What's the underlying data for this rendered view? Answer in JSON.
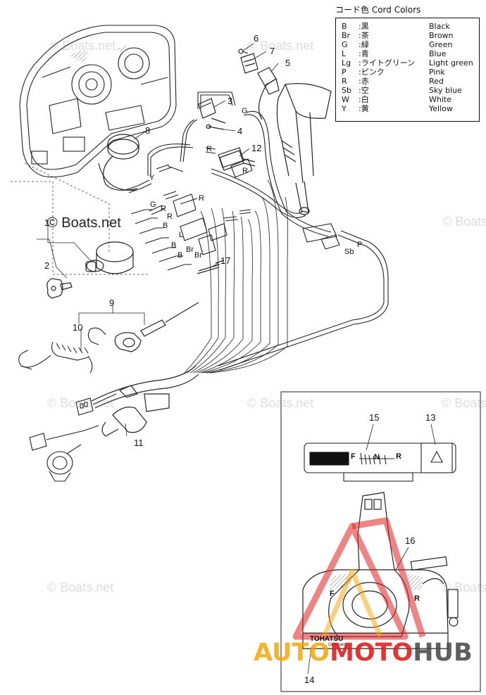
{
  "legend": {
    "title": "コード色 Cord Colors",
    "rows": [
      {
        "code": "B",
        "jp": ":黒",
        "en": "Black"
      },
      {
        "code": "Br",
        "jp": ":茶",
        "en": "Brown"
      },
      {
        "code": "G",
        "jp": ":緑",
        "en": "Green"
      },
      {
        "code": "L",
        "jp": ":青",
        "en": "Blue"
      },
      {
        "code": "Lg",
        "jp": ":ライトグリーン",
        "en": "Light green"
      },
      {
        "code": "P",
        "jp": ":ピンク",
        "en": "Pink"
      },
      {
        "code": "R",
        "jp": ":赤",
        "en": "Red"
      },
      {
        "code": "Sb",
        "jp": ":空",
        "en": "Sky blue"
      },
      {
        "code": "W",
        "jp": ":白",
        "en": "White"
      },
      {
        "code": "Y",
        "jp": ":黄",
        "en": "Yellow"
      }
    ]
  },
  "callouts": [
    "1",
    "2",
    "3",
    "4",
    "5",
    "6",
    "7",
    "8",
    "9",
    "10",
    "11",
    "12",
    "13",
    "14",
    "15",
    "16",
    "17"
  ],
  "wire_labels": {
    "g1": "G",
    "y1": "Y",
    "r1": "R",
    "g2": "G",
    "r2": "R",
    "r3": "R",
    "r4": "R",
    "r5": "R",
    "b1": "B",
    "l1": "L",
    "b2": "B",
    "br1": "Br",
    "b3": "B",
    "br2": "Br",
    "p1": "P",
    "sb1": "Sb"
  },
  "watermarks": {
    "main": "© Boats.net",
    "faint": "© Boats.net"
  },
  "inset": {
    "gauge_f": "F",
    "gauge_n": "N",
    "gauge_r": "R",
    "lever_f": "F",
    "lever_r": "R",
    "brand": "TOHATSU",
    "brand_sub": "Outboards"
  },
  "logo": {
    "part_a": "AUTO",
    "part_b": "MOTO",
    "part_c": "HUB"
  },
  "colors": {
    "logo_orange": "#f5a300",
    "logo_red": "#e21f1f",
    "logo_gray": "#444444"
  }
}
